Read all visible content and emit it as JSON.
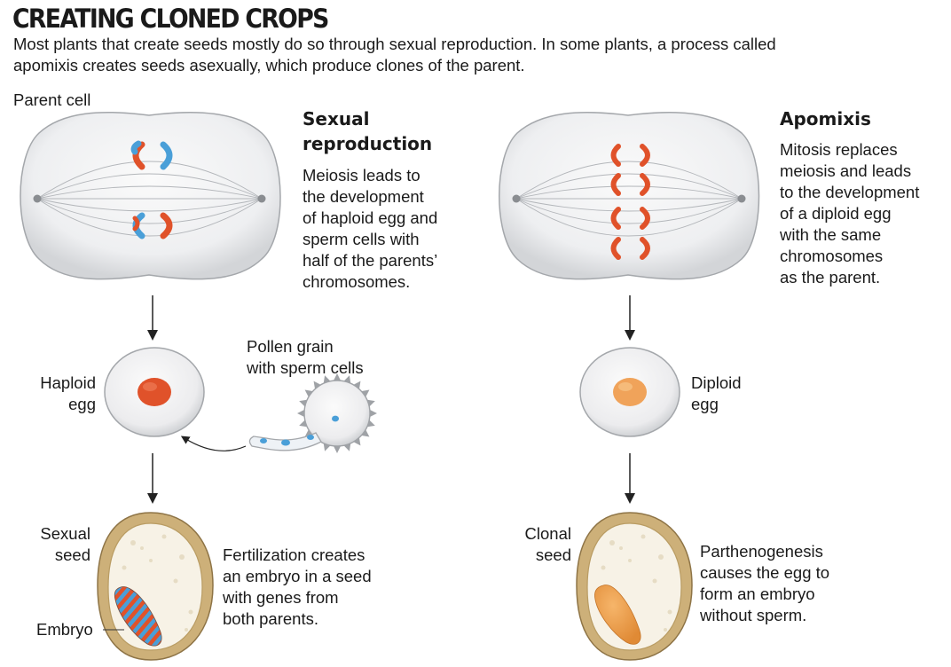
{
  "title": "CREATING CLONED CROPS",
  "subtitle": "Most plants that create seeds mostly do so through sexual reproduction. In some plants, a process called apomixis creates seeds asexually, which produce clones of the parent.",
  "labels": {
    "parent_cell": "Parent cell",
    "haploid_egg": "Haploid\negg",
    "pollen_grain": "Pollen grain\nwith sperm cells",
    "sexual_seed": "Sexual\nseed",
    "embryo": "Embryo",
    "diploid_egg": "Diploid\negg",
    "clonal_seed": "Clonal\nseed"
  },
  "sexual": {
    "heading": "Sexual\nreproduction",
    "description": "Meiosis leads to\nthe development\nof haploid egg and\nsperm cells with\nhalf of the parents’\nchromosomes.",
    "fertilization": "Fertilization creates\nan embryo in a seed\nwith genes from\nboth parents."
  },
  "apomixis": {
    "heading": "Apomixis",
    "description": "Mitosis replaces\nmeiosis and leads\nto the development\nof a diploid egg\nwith the same\nchromosomes\nas the parent.",
    "parthenogenesis": "Parthenogenesis\ncauses the egg to\nform an embryo\nwithout sperm."
  },
  "colors": {
    "chromosome_orange": "#e0522a",
    "chromosome_blue": "#4a9fd8",
    "haploid_nucleus": "#e0522a",
    "diploid_nucleus": "#f0a35a",
    "seed_coat": "#cdb079",
    "embryo_orange": "#ee9a45"
  }
}
